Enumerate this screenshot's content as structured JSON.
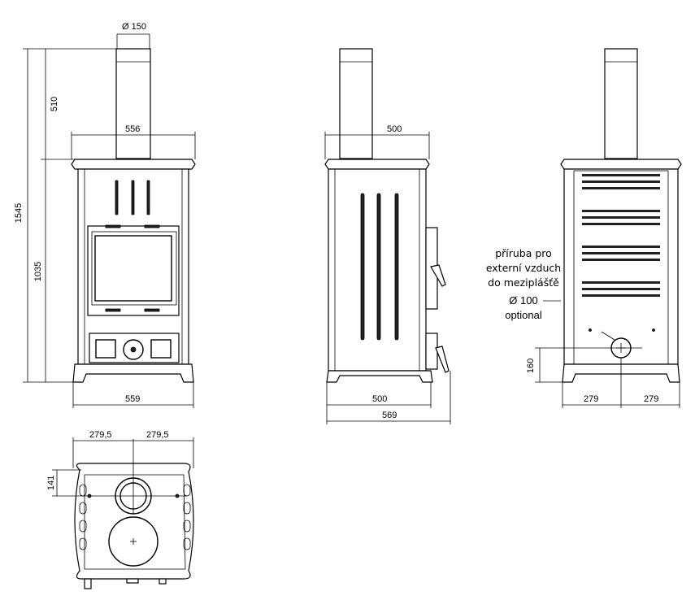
{
  "dimensions": {
    "front": {
      "flue_diameter": "Ø 150",
      "flue_height": "510",
      "top_width": "556",
      "total_height": "1545",
      "body_height": "1035",
      "base_width": "559"
    },
    "side": {
      "top_depth": "500",
      "base_depth": "500",
      "total_depth": "569"
    },
    "rear": {
      "air_inlet_height": "160",
      "left_half": "279",
      "right_half": "279"
    },
    "plan": {
      "left_half": "279,5",
      "right_half": "279,5",
      "flue_offset": "141"
    }
  },
  "annotation": {
    "line1": "příruba pro",
    "line2": "externí vzduch",
    "line3": "do meziplášťě",
    "line4": "Ø 100",
    "line5": "optional"
  }
}
